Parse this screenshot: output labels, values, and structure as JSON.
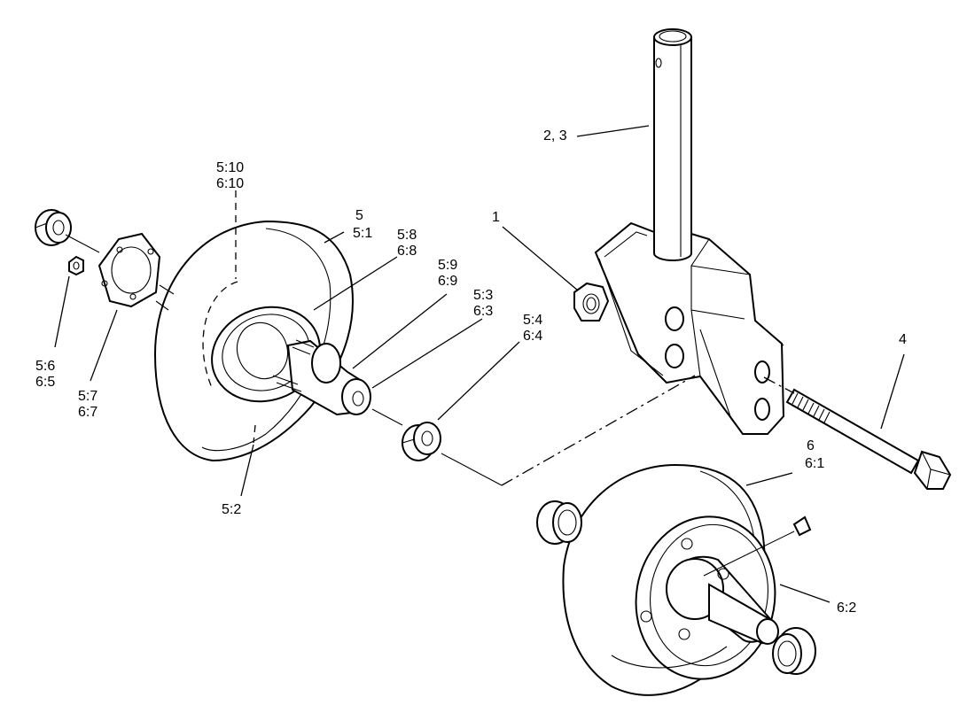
{
  "callouts": {
    "c1": "1",
    "c2_3": "2, 3",
    "c4": "4",
    "c5": "5",
    "c5_1": "5:1",
    "c5_10": "5:10",
    "c6_10": "6:10",
    "c5_8": "5:8",
    "c6_8": "6:8",
    "c5_9": "5:9",
    "c6_9": "6:9",
    "c5_3": "5:3",
    "c6_3": "6:3",
    "c5_4": "5:4",
    "c6_4": "6:4",
    "c5_6": "5:6",
    "c6_5": "6:5",
    "c5_7": "5:7",
    "c6_7": "6:7",
    "c5_2": "5:2",
    "c6": "6",
    "c6_1": "6:1",
    "c6_2": "6:2"
  },
  "colors": {
    "ink": "#000000",
    "paper": "#ffffff"
  }
}
